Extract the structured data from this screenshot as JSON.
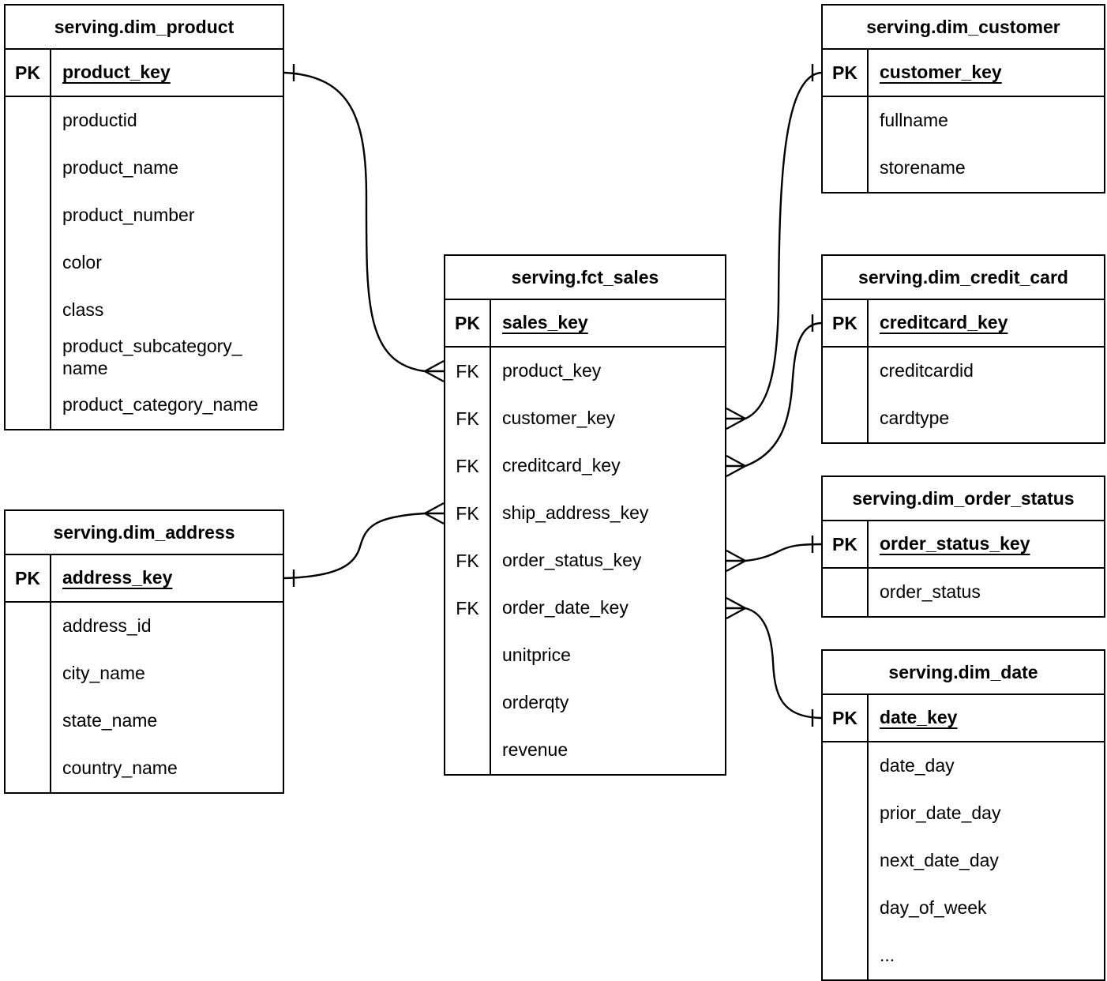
{
  "tables": {
    "dim_product": {
      "title": "serving.dim_product",
      "pk": {
        "label": "PK",
        "field": "product_key"
      },
      "fields": [
        {
          "key": "",
          "name": "productid"
        },
        {
          "key": "",
          "name": "product_name"
        },
        {
          "key": "",
          "name": "product_number"
        },
        {
          "key": "",
          "name": "color"
        },
        {
          "key": "",
          "name": "class"
        },
        {
          "key": "",
          "name": "product_subcategory_\nname"
        },
        {
          "key": "",
          "name": "product_category_name"
        }
      ]
    },
    "dim_customer": {
      "title": "serving.dim_customer",
      "pk": {
        "label": "PK",
        "field": "customer_key"
      },
      "fields": [
        {
          "key": "",
          "name": "fullname"
        },
        {
          "key": "",
          "name": "storename"
        }
      ]
    },
    "fct_sales": {
      "title": "serving.fct_sales",
      "pk": {
        "label": "PK",
        "field": "sales_key"
      },
      "fields": [
        {
          "key": "FK",
          "name": "product_key"
        },
        {
          "key": "FK",
          "name": "customer_key"
        },
        {
          "key": "FK",
          "name": "creditcard_key"
        },
        {
          "key": "FK",
          "name": "ship_address_key"
        },
        {
          "key": "FK",
          "name": "order_status_key"
        },
        {
          "key": "FK",
          "name": "order_date_key"
        },
        {
          "key": "",
          "name": "unitprice"
        },
        {
          "key": "",
          "name": "orderqty"
        },
        {
          "key": "",
          "name": "revenue"
        }
      ]
    },
    "dim_credit_card": {
      "title": "serving.dim_credit_card",
      "pk": {
        "label": "PK",
        "field": "creditcard_key"
      },
      "fields": [
        {
          "key": "",
          "name": "creditcardid"
        },
        {
          "key": "",
          "name": "cardtype"
        }
      ]
    },
    "dim_order_status": {
      "title": "serving.dim_order_status",
      "pk": {
        "label": "PK",
        "field": "order_status_key"
      },
      "fields": [
        {
          "key": "",
          "name": "order_status"
        }
      ]
    },
    "dim_date": {
      "title": "serving.dim_date",
      "pk": {
        "label": "PK",
        "field": "date_key"
      },
      "fields": [
        {
          "key": "",
          "name": "date_day"
        },
        {
          "key": "",
          "name": "prior_date_day"
        },
        {
          "key": "",
          "name": "next_date_day"
        },
        {
          "key": "",
          "name": "day_of_week"
        },
        {
          "key": "",
          "name": "..."
        }
      ]
    },
    "dim_address": {
      "title": "serving.dim_address",
      "pk": {
        "label": "PK",
        "field": "address_key"
      },
      "fields": [
        {
          "key": "",
          "name": "address_id"
        },
        {
          "key": "",
          "name": "city_name"
        },
        {
          "key": "",
          "name": "state_name"
        },
        {
          "key": "",
          "name": "country_name"
        }
      ]
    }
  },
  "relationships": [
    {
      "many_side": "serving.fct_sales.product_key",
      "one_side": "serving.dim_product.product_key",
      "cardinality": "many-to-one"
    },
    {
      "many_side": "serving.fct_sales.customer_key",
      "one_side": "serving.dim_customer.customer_key",
      "cardinality": "many-to-one"
    },
    {
      "many_side": "serving.fct_sales.creditcard_key",
      "one_side": "serving.dim_credit_card.creditcard_key",
      "cardinality": "many-to-one"
    },
    {
      "many_side": "serving.fct_sales.ship_address_key",
      "one_side": "serving.dim_address.address_key",
      "cardinality": "many-to-one"
    },
    {
      "many_side": "serving.fct_sales.order_status_key",
      "one_side": "serving.dim_order_status.order_status_key",
      "cardinality": "many-to-one"
    },
    {
      "many_side": "serving.fct_sales.order_date_key",
      "one_side": "serving.dim_date.date_key",
      "cardinality": "many-to-one"
    }
  ],
  "notation": {
    "many_symbol": "crow-foot",
    "one_symbol": "tick"
  },
  "colors": {
    "background": "#ffffff",
    "line": "#000000",
    "text": "#000000"
  }
}
